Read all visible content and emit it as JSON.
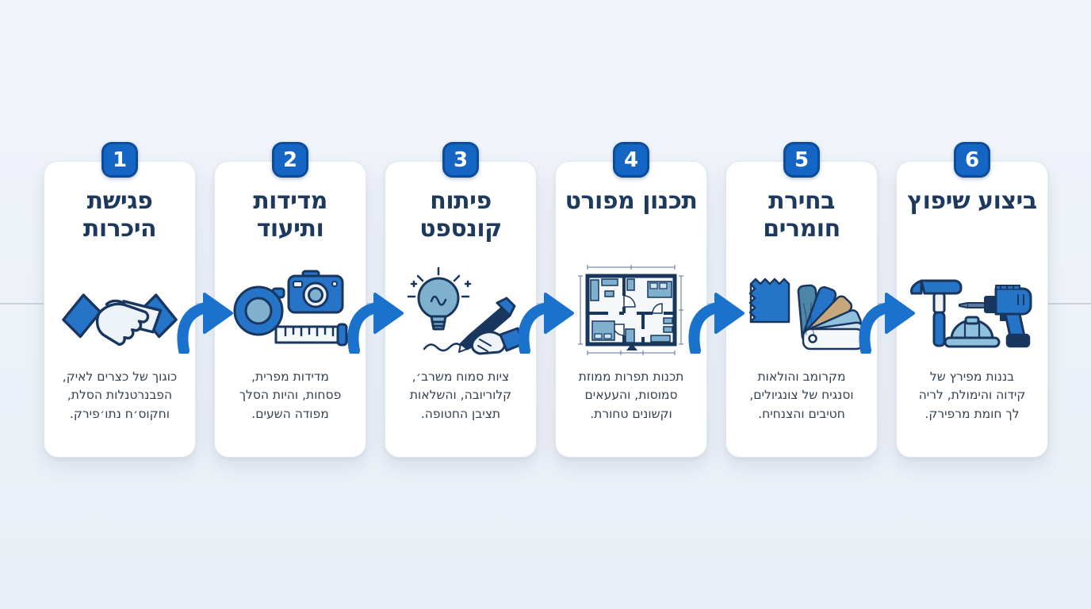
{
  "infographic": {
    "language": "hebrew",
    "steps": [
      {
        "number": "1",
        "title": "פגישת היכרות",
        "description": "כוגוך של כצרים לאיק,\nהפבנרטנלות הסלת,\nוחקוס׳ח נתו׳פירק.",
        "icon": "handshake-icon"
      },
      {
        "number": "2",
        "title": "מדידות ותיעוד",
        "description": "מדידות מפרית,\nפסחות, והיות הסלך\nמפודה השעים.",
        "icon": "tape-measure-camera-icon"
      },
      {
        "number": "3",
        "title": "פיתוח קונספט",
        "description": "ציות סמוח משרב׳,\nקלוריובה, והשלאות\nתציבן החטופה.",
        "icon": "lightbulb-sketch-icon"
      },
      {
        "number": "4",
        "title": "תכנון מפורט",
        "description": "תכנות תפרות ממוזת\nסמוסות, והעעאים\nוקשונים טחורת.",
        "icon": "floor-plan-icon"
      },
      {
        "number": "5",
        "title": "בחירת חומרים",
        "description": "מקרומב והולאות\nוסנגיח של צונגיולים,\nחטיבים והצנחיח.",
        "icon": "material-swatches-icon"
      },
      {
        "number": "6",
        "title": "ביצוע שיפוץ",
        "description": "בננות מפירץ של\nקידוה והימולת, לריה\nלך חומת מרפירק.",
        "icon": "tools-icon"
      }
    ],
    "colors": {
      "accent_blue": "#1b72cc",
      "badge_blue": "#1566c4",
      "badge_border": "#0c4c9c",
      "title_navy": "#1d3a5e",
      "body_text": "#33424f",
      "icon_navy": "#18365e",
      "icon_blue": "#2674c8",
      "icon_steel": "#7fb0cd",
      "icon_light_blue": "#8fc1dc",
      "icon_tan": "#c7a87c",
      "card_background": "#ffffff",
      "page_background": "#edf1f8",
      "divider_line": "#ccd2dc"
    }
  }
}
